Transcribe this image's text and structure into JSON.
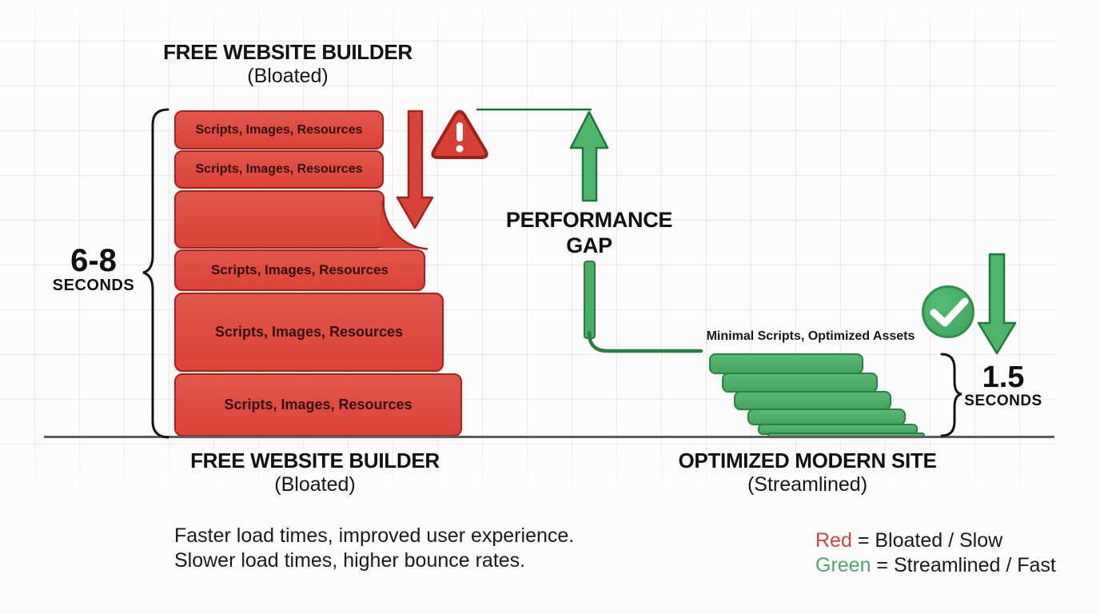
{
  "colors": {
    "red_fill": "#db4338",
    "red_border": "#a2241b",
    "green_fill": "#4db368",
    "green_border": "#2b7f45",
    "text": "#161616",
    "grid_line": "#e8eaea",
    "baseline": "#5d5d5d",
    "legend_red": "#c9473f",
    "legend_green": "#4fa566"
  },
  "top_title": {
    "line1": "FREE WEBSITE BUILDER",
    "line2": "(Bloated)"
  },
  "left_group": {
    "time_value": "6-8",
    "time_unit": "SECONDS",
    "blocks": [
      "Scripts, Images, Resources",
      "Scripts, Images, Resources",
      "",
      "Scripts, Images, Resources",
      "Scripts, Images, Resources",
      "Scripts, Images, Resources"
    ],
    "footer_line1": "FREE WEBSITE BUILDER",
    "footer_line2": "(Bloated)"
  },
  "center": {
    "gap_line1": "PERFORMANCE",
    "gap_line2": "GAP"
  },
  "right_group": {
    "label": "Minimal Scripts, Optimized Assets",
    "time_value": "1.5",
    "time_unit": "SECONDS",
    "footer_line1": "OPTIMIZED MODERN SITE",
    "footer_line2": "(Streamlined)"
  },
  "captions": {
    "line1": "Faster load times, improved user experience.",
    "line2": "Slower load times, higher bounce rates."
  },
  "legend": {
    "items": [
      {
        "term": "Red",
        "rest": " = Bloated / Slow"
      },
      {
        "term": "Green",
        "rest": " = Streamlined / Fast"
      }
    ]
  },
  "icons": {
    "warning": "warning-triangle-icon",
    "check": "check-circle-icon",
    "red_down_arrow": "red-down-arrow-icon",
    "green_up_arrow": "green-up-arrow-icon",
    "green_down_arrow": "green-down-arrow-icon"
  }
}
